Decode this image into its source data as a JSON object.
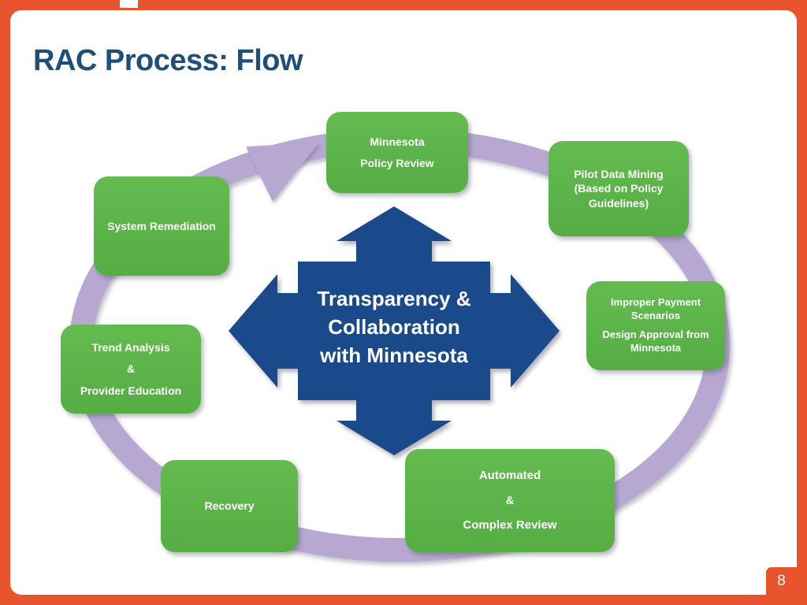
{
  "slide": {
    "title": "RAC Process: Flow",
    "page_number": "8"
  },
  "center": {
    "lines": [
      "Transparency &",
      "Collaboration",
      "with  Minnesota"
    ]
  },
  "nodes": [
    {
      "id": "minnesota-policy-review",
      "lines": [
        "Minnesota",
        "Policy Review"
      ]
    },
    {
      "id": "pilot-data-mining",
      "lines": [
        "Pilot Data Mining (Based on Policy Guidelines)"
      ]
    },
    {
      "id": "improper-payment-scenarios",
      "lines": [
        "Improper Payment Scenarios",
        "Design Approval from Minnesota"
      ]
    },
    {
      "id": "automated-complex-review",
      "lines": [
        "Automated",
        "&",
        "Complex Review"
      ]
    },
    {
      "id": "recovery",
      "lines": [
        "Recovery"
      ]
    },
    {
      "id": "trend-analysis-provider-education",
      "lines": [
        "Trend Analysis",
        "&",
        "Provider Education"
      ]
    },
    {
      "id": "system-remediation",
      "lines": [
        "System Remediation"
      ]
    }
  ],
  "colors": {
    "orange": "#E8542E",
    "green": "#5CB348",
    "navy": "#1F4E79",
    "blue": "#1A4A8A",
    "lavender": "#B7A8D2",
    "white": "#FFFFFF"
  }
}
